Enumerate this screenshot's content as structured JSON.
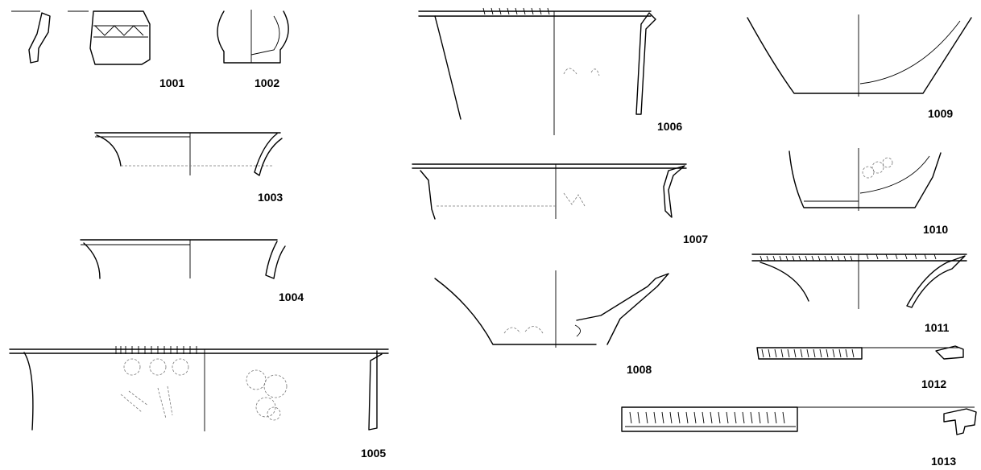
{
  "plate": {
    "background": "#ffffff",
    "ink": "#000000",
    "sherds": [
      {
        "id": "1001"
      },
      {
        "id": "1002"
      },
      {
        "id": "1003"
      },
      {
        "id": "1004"
      },
      {
        "id": "1005"
      },
      {
        "id": "1006"
      },
      {
        "id": "1007"
      },
      {
        "id": "1008"
      },
      {
        "id": "1009"
      },
      {
        "id": "1010"
      },
      {
        "id": "1011"
      },
      {
        "id": "1012"
      },
      {
        "id": "1013"
      }
    ]
  }
}
